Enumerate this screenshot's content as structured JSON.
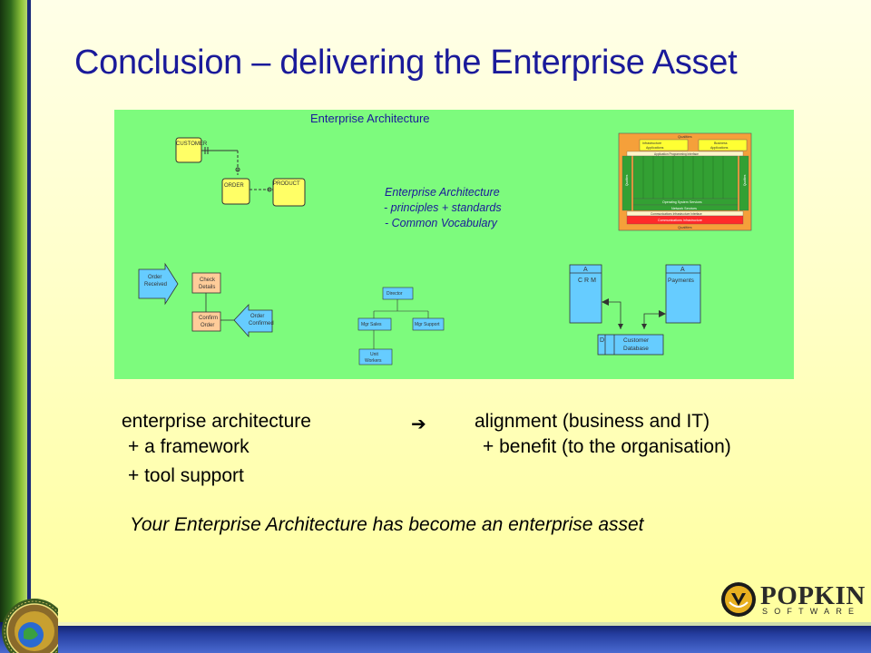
{
  "slide": {
    "title": "Conclusion – delivering the Enterprise Asset"
  },
  "diagram": {
    "heading": "Enterprise Architecture",
    "center_text": [
      "Enterprise Architecture",
      "- principles + standards",
      "- Common Vocabulary"
    ],
    "data_model": {
      "customer": "CUSTOMER",
      "order": "ORDER",
      "product": "PRODUCT"
    },
    "process": {
      "order_received": [
        "Order",
        "Received"
      ],
      "check_details": [
        "Check",
        "Details"
      ],
      "confirm_order": [
        "Confirm",
        "Order"
      ],
      "order_confirmed": [
        "Order",
        "Confirmed"
      ]
    },
    "org_chart": {
      "top": "Director",
      "left": "Mgr Sales",
      "right": "Mgr Support",
      "bottom": [
        "Unit",
        "Workers"
      ]
    },
    "systems": {
      "crm_tag": "A",
      "crm": "CRM",
      "payments_tag": "A",
      "payments": "Payments",
      "db_tag": "D",
      "db": [
        "Customer",
        "Database"
      ]
    },
    "layers": {
      "top": "Qualities",
      "infra_apps": [
        "Infrastructure",
        "Applications"
      ],
      "biz_apps": [
        "Business",
        "Applications"
      ],
      "api": "Application Programming Interface",
      "side": "Qualities",
      "os": "Operating System Services",
      "net": "Network Services",
      "comm_iface": "Communications Infrastructure Interface",
      "comm": "Communications Infrastructure",
      "bottom": "Qualities"
    }
  },
  "body": {
    "line1_left": "enterprise architecture",
    "line1_right": "alignment (business and IT)",
    "line2_left": "+ a framework",
    "line2_right": "+ benefit (to the organisation)",
    "line3_left": "+  tool support",
    "arrow_symbol": "➔",
    "conclusion": "Your Enterprise Architecture has become an enterprise asset"
  },
  "logo": {
    "name": "POPKIN",
    "sub": "SOFTWARE"
  },
  "colors": {
    "title": "#1a1a9a",
    "diagram_bg": "#7dfb7d",
    "diagram_text": "#1a1a9a",
    "bar_blue": "#253ea0",
    "bar_green": "#2f6a1c"
  }
}
